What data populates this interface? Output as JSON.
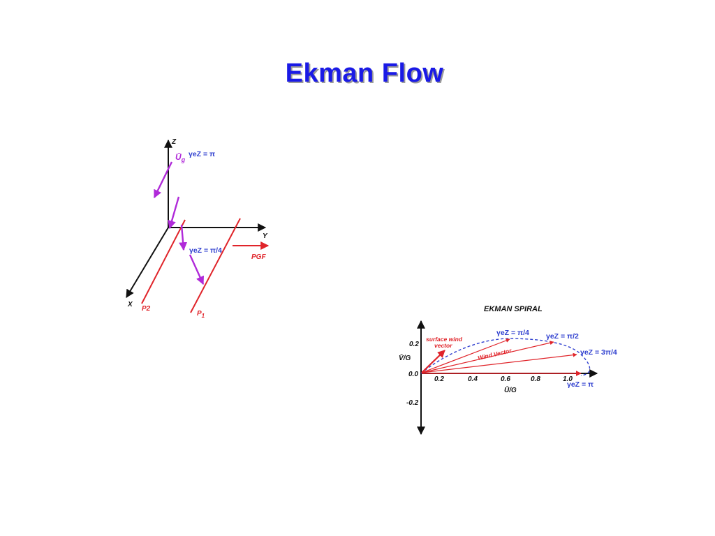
{
  "title": "Ekman Flow",
  "left_diagram": {
    "axis_z": "Z",
    "axis_y": "Y",
    "axis_x": "X",
    "ug_label": "Ū",
    "ug_sub": "g",
    "gamma_pi": "γeZ = π",
    "gamma_pi4": "γeZ = π/4",
    "pgf": "PGF",
    "p2": "P2",
    "p1": "P",
    "p1_sub": "1",
    "colors": {
      "axes": "#111111",
      "isobars": "#e0242a",
      "wind": "#b02ad9",
      "gamma": "#2f3fcf"
    }
  },
  "spiral": {
    "title": "EKMAN SPIRAL",
    "y_axis_label": "V̄/G",
    "x_axis_label": "Ū/G",
    "y_ticks": [
      "0.2",
      "0.0",
      "-0.2"
    ],
    "x_ticks": [
      "0.2",
      "0.4",
      "0.6",
      "0.8",
      "1.0"
    ],
    "surface_wind_line1": "surface wind",
    "surface_wind_line2": "vector",
    "wind_vector": "Wind Vector",
    "g_pi4": "γeZ = π/4",
    "g_pi2": "γeZ = π/2",
    "g_3pi4": "γeZ = 3π/4",
    "g_pi": "γeZ = π",
    "colors": {
      "vectors": "#e0242a",
      "spiral": "#2f3fcf",
      "axes": "#111111"
    }
  }
}
